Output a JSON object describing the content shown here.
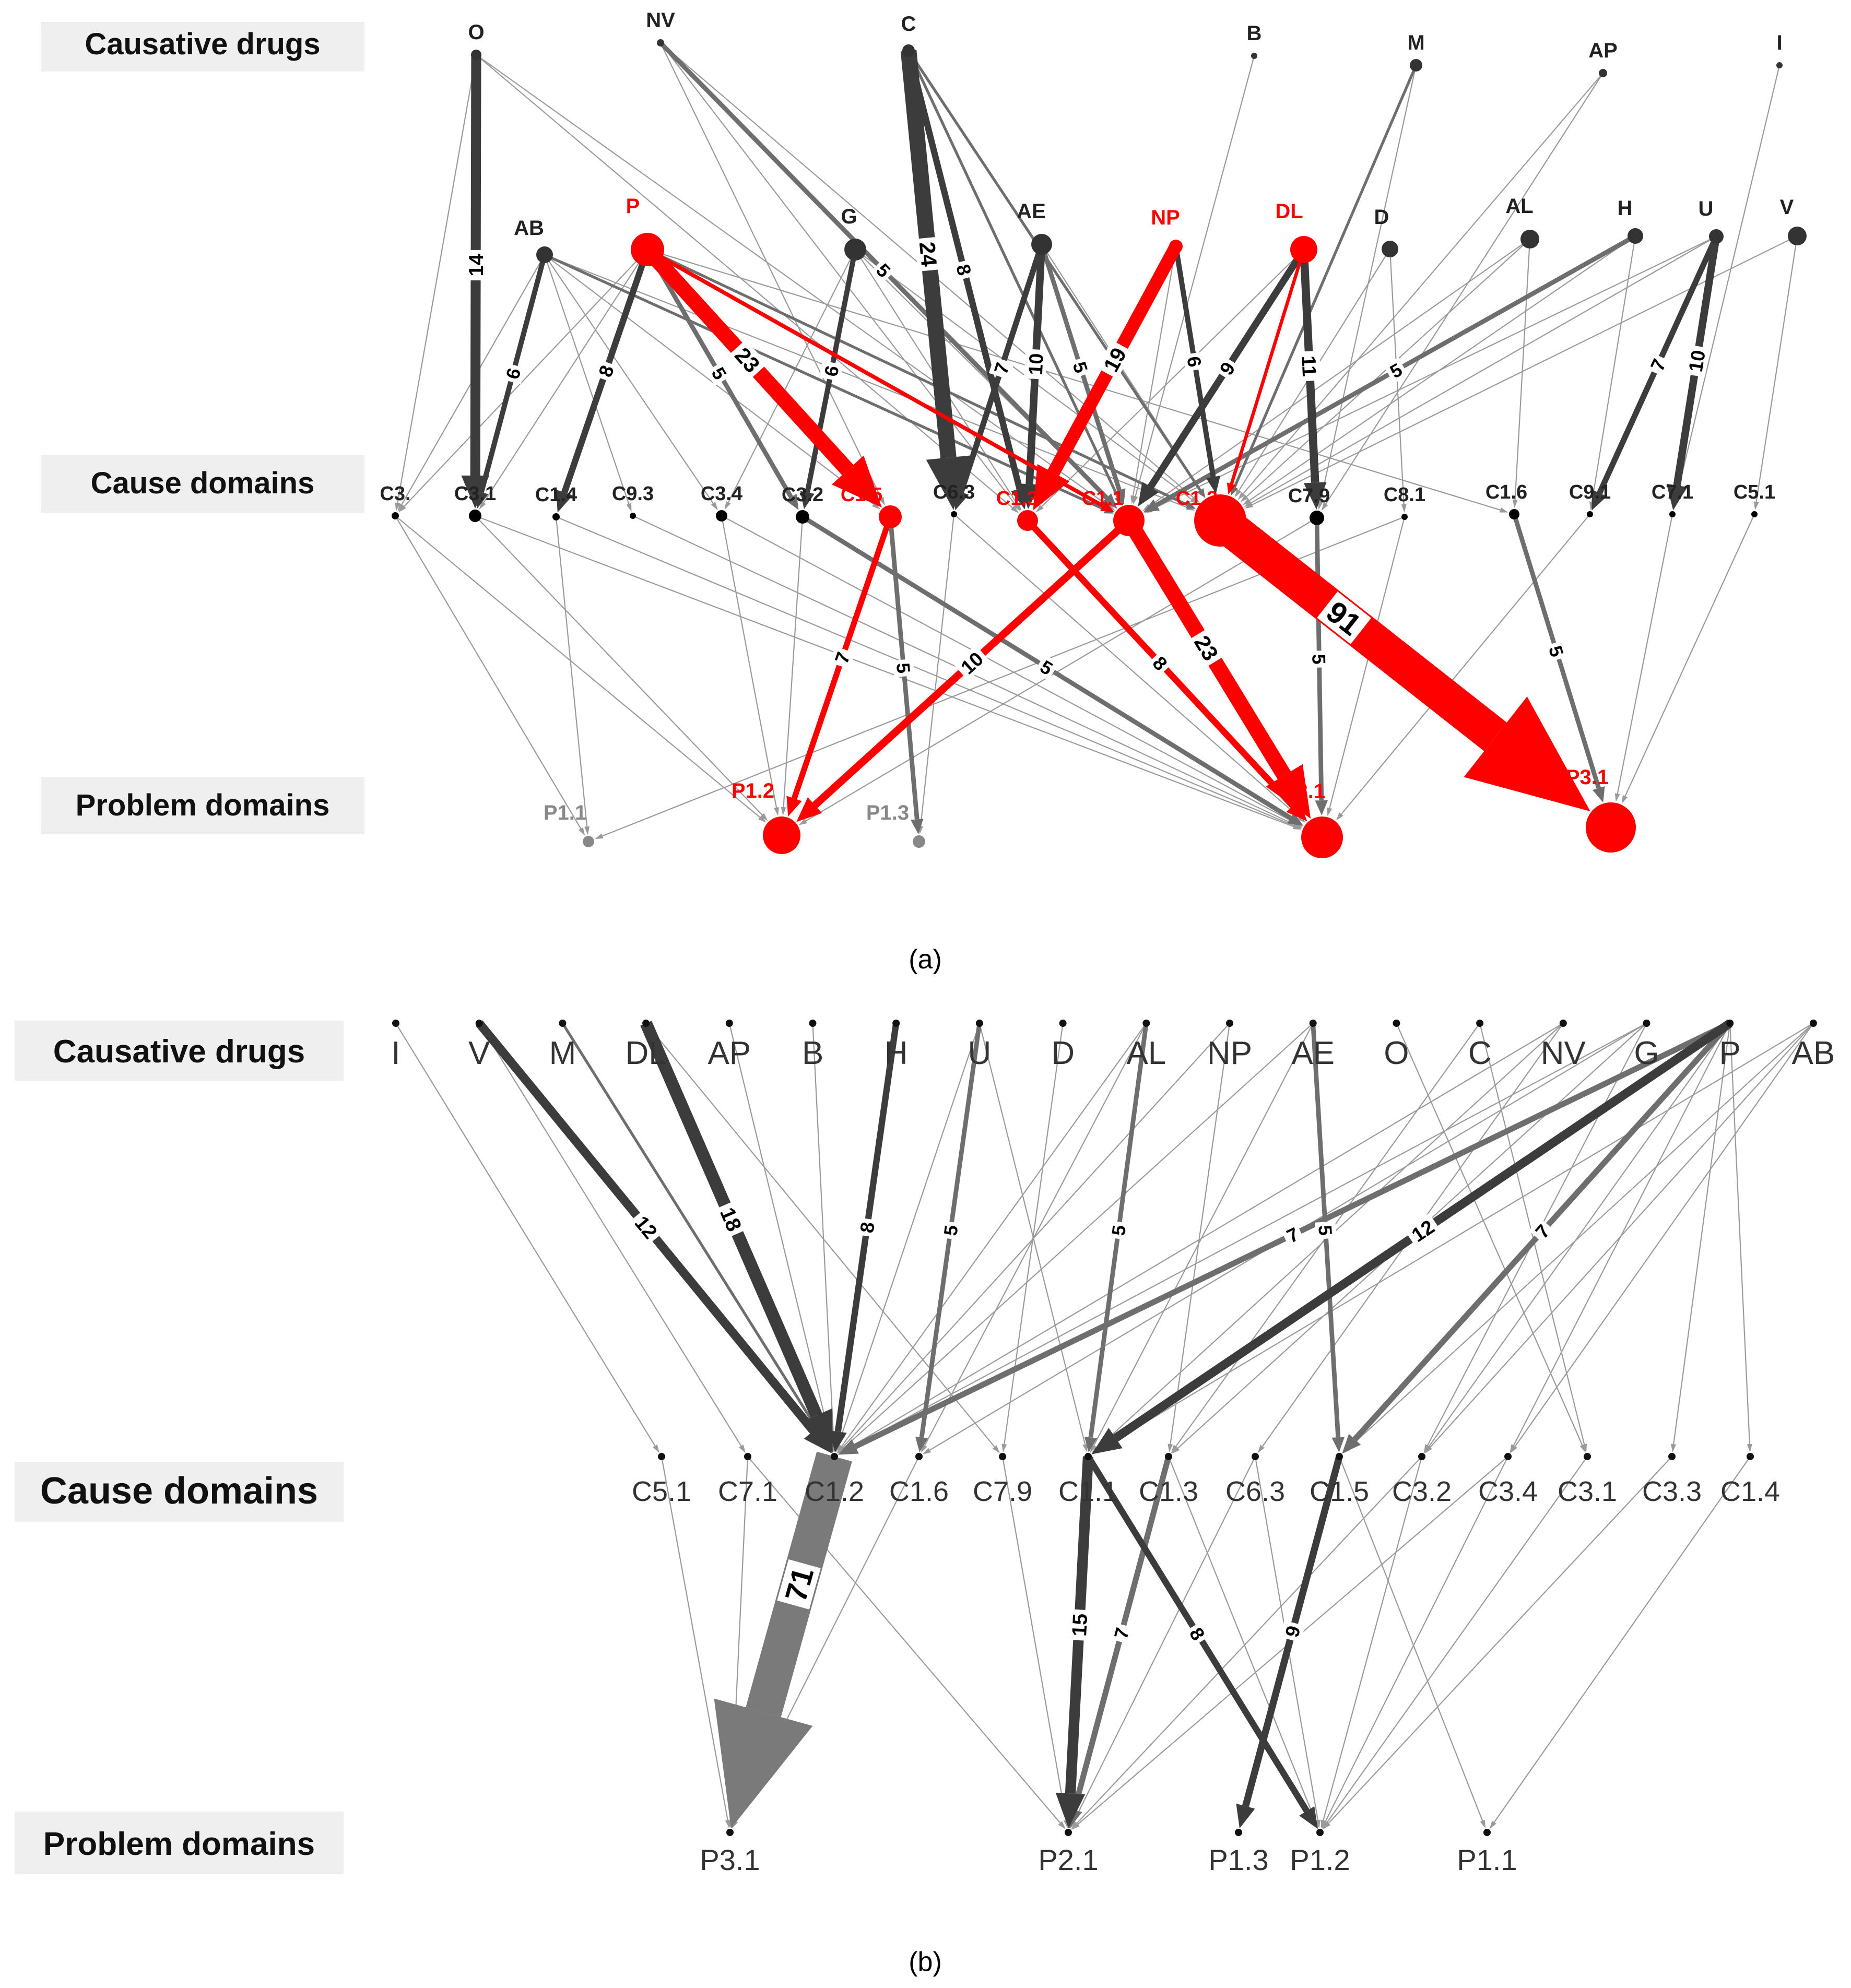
{
  "colors": {
    "highlight": "#ff0000",
    "dark_edge": "#3c3c3c",
    "mid_edge": "#6e6e6e",
    "light_edge": "#9a9a9a",
    "node_dark": "#333333",
    "node_grey": "#888888",
    "label_bg": "#efefef"
  },
  "panel_a": {
    "caption": "(a)",
    "row_labels": {
      "drugs": "Causative drugs",
      "causes": "Cause domains",
      "problems": "Problem domains"
    },
    "nodes": [
      {
        "id": "O",
        "label": "O",
        "row": "drug",
        "r": 10
      },
      {
        "id": "NV",
        "label": "NV",
        "row": "drug",
        "r": 7
      },
      {
        "id": "C",
        "label": "C",
        "row": "drug",
        "r": 12
      },
      {
        "id": "B",
        "label": "B",
        "row": "drug",
        "r": 6
      },
      {
        "id": "M",
        "label": "M",
        "row": "drug",
        "r": 12
      },
      {
        "id": "AP",
        "label": "AP",
        "row": "drug",
        "r": 8
      },
      {
        "id": "I",
        "label": "I",
        "row": "drug",
        "r": 6
      },
      {
        "id": "AB",
        "label": "AB",
        "row": "drug",
        "r": 16
      },
      {
        "id": "P",
        "label": "P",
        "row": "drug",
        "r": 32,
        "highlight": true
      },
      {
        "id": "G",
        "label": "G",
        "row": "drug",
        "r": 21
      },
      {
        "id": "AE",
        "label": "AE",
        "row": "drug",
        "r": 20
      },
      {
        "id": "NP",
        "label": "NP",
        "row": "drug",
        "r": 13,
        "highlight": true
      },
      {
        "id": "DL",
        "label": "DL",
        "row": "drug",
        "r": 26,
        "highlight": true
      },
      {
        "id": "D",
        "label": "D",
        "row": "drug",
        "r": 16
      },
      {
        "id": "AL",
        "label": "AL",
        "row": "drug",
        "r": 18
      },
      {
        "id": "H",
        "label": "H",
        "row": "drug",
        "r": 15
      },
      {
        "id": "U",
        "label": "U",
        "row": "drug",
        "r": 14
      },
      {
        "id": "V",
        "label": "V",
        "row": "drug",
        "r": 18
      },
      {
        "id": "C3.3",
        "label": "C3.",
        "row": "cause",
        "r": 7
      },
      {
        "id": "C3.1",
        "label": "C3.1",
        "row": "cause",
        "r": 12
      },
      {
        "id": "C1.4",
        "label": "C1.4",
        "row": "cause",
        "r": 7
      },
      {
        "id": "C9.3",
        "label": "C9.3",
        "row": "cause",
        "r": 6
      },
      {
        "id": "C3.4",
        "label": "C3.4",
        "row": "cause",
        "r": 11
      },
      {
        "id": "C3.2",
        "label": "C3.2",
        "row": "cause",
        "r": 13
      },
      {
        "id": "C1.5",
        "label": "C1.5",
        "row": "cause",
        "r": 22,
        "highlight": true
      },
      {
        "id": "C6.3",
        "label": "C6.3",
        "row": "cause",
        "r": 6
      },
      {
        "id": "C1.3",
        "label": "C1.3",
        "row": "cause",
        "r": 20,
        "highlight": true
      },
      {
        "id": "C1.1",
        "label": "C1.1",
        "row": "cause",
        "r": 30,
        "highlight": true
      },
      {
        "id": "C1.2",
        "label": "C1.2",
        "row": "cause",
        "r": 50,
        "highlight": true
      },
      {
        "id": "C7.9",
        "label": "C7.9",
        "row": "cause",
        "r": 14
      },
      {
        "id": "C8.1",
        "label": "C8.1",
        "row": "cause",
        "r": 6
      },
      {
        "id": "C1.6",
        "label": "C1.6",
        "row": "cause",
        "r": 10
      },
      {
        "id": "C9.1",
        "label": "C9.1",
        "row": "cause",
        "r": 6
      },
      {
        "id": "C7.1",
        "label": "C7.1",
        "row": "cause",
        "r": 6
      },
      {
        "id": "C5.1",
        "label": "C5.1",
        "row": "cause",
        "r": 6
      },
      {
        "id": "P1.1",
        "label": "P1.1",
        "row": "problem",
        "r": 11,
        "grey": true
      },
      {
        "id": "P1.2",
        "label": "P1.2",
        "row": "problem",
        "r": 36,
        "highlight": true
      },
      {
        "id": "P1.3",
        "label": "P1.3",
        "row": "problem",
        "r": 12,
        "grey": true
      },
      {
        "id": "P2.1",
        "label": "P2.1",
        "row": "problem",
        "r": 40,
        "highlight": true
      },
      {
        "id": "P3.1",
        "label": "P3.1",
        "row": "problem",
        "r": 48,
        "highlight": true
      }
    ],
    "edges": [
      {
        "s": "O",
        "t": "C3.1",
        "w": 14,
        "label": "14"
      },
      {
        "s": "O",
        "t": "C3.3",
        "w": 1
      },
      {
        "s": "O",
        "t": "C1.3",
        "w": 1
      },
      {
        "s": "O",
        "t": "C1.1",
        "w": 1
      },
      {
        "s": "NV",
        "t": "C1.5",
        "w": 1
      },
      {
        "s": "NV",
        "t": "C1.3",
        "w": 1
      },
      {
        "s": "NV",
        "t": "C1.1",
        "w": 5,
        "label": "5"
      },
      {
        "s": "NV",
        "t": "C1.2",
        "w": 1
      },
      {
        "s": "C",
        "t": "C6.3",
        "w": 24,
        "label": "24"
      },
      {
        "s": "C",
        "t": "C1.3",
        "w": 8,
        "label": "8"
      },
      {
        "s": "C",
        "t": "C1.1",
        "w": 2
      },
      {
        "s": "C",
        "t": "C1.2",
        "w": 2
      },
      {
        "s": "B",
        "t": "C1.1",
        "w": 1
      },
      {
        "s": "M",
        "t": "C1.2",
        "w": 2
      },
      {
        "s": "M",
        "t": "C7.9",
        "w": 1
      },
      {
        "s": "AP",
        "t": "C1.2",
        "w": 1
      },
      {
        "s": "AP",
        "t": "C7.9",
        "w": 1
      },
      {
        "s": "I",
        "t": "C7.1",
        "w": 1
      },
      {
        "s": "AB",
        "t": "C3.3",
        "w": 1
      },
      {
        "s": "AB",
        "t": "C3.1",
        "w": 6,
        "label": "6"
      },
      {
        "s": "AB",
        "t": "C3.4",
        "w": 1
      },
      {
        "s": "AB",
        "t": "C1.5",
        "w": 1
      },
      {
        "s": "AB",
        "t": "C1.1",
        "w": 2
      },
      {
        "s": "AB",
        "t": "C1.2",
        "w": 1
      },
      {
        "s": "AB",
        "t": "C9.3",
        "w": 1
      },
      {
        "s": "P",
        "t": "C1.5",
        "w": 23,
        "label": "23",
        "highlight": true
      },
      {
        "s": "P",
        "t": "C1.1",
        "w": 4,
        "highlight": true
      },
      {
        "s": "P",
        "t": "C3.1",
        "w": 1
      },
      {
        "s": "P",
        "t": "C1.4",
        "w": 8,
        "label": "8"
      },
      {
        "s": "P",
        "t": "C3.3",
        "w": 1
      },
      {
        "s": "P",
        "t": "C3.2",
        "w": 5,
        "label": "5"
      },
      {
        "s": "P",
        "t": "C1.2",
        "w": 2
      },
      {
        "s": "P",
        "t": "C1.6",
        "w": 1
      },
      {
        "s": "G",
        "t": "C3.2",
        "w": 6,
        "label": "6"
      },
      {
        "s": "G",
        "t": "C1.1",
        "w": 1
      },
      {
        "s": "G",
        "t": "C1.3",
        "w": 1
      },
      {
        "s": "G",
        "t": "C1.2",
        "w": 1
      },
      {
        "s": "G",
        "t": "C3.4",
        "w": 1
      },
      {
        "s": "AE",
        "t": "C1.3",
        "w": 10,
        "label": "10"
      },
      {
        "s": "AE",
        "t": "C1.1",
        "w": 5,
        "label": "5"
      },
      {
        "s": "AE",
        "t": "C6.3",
        "w": 7,
        "label": "7"
      },
      {
        "s": "AE",
        "t": "C1.2",
        "w": 1
      },
      {
        "s": "NP",
        "t": "C1.3",
        "w": 19,
        "label": "19",
        "highlight": true
      },
      {
        "s": "NP",
        "t": "C1.2",
        "w": 6,
        "label": "6"
      },
      {
        "s": "NP",
        "t": "C1.1",
        "w": 1
      },
      {
        "s": "DL",
        "t": "C1.2",
        "w": 3,
        "highlight": true
      },
      {
        "s": "DL",
        "t": "C1.1",
        "w": 9,
        "label": "9"
      },
      {
        "s": "DL",
        "t": "C7.9",
        "w": 11,
        "label": "11"
      },
      {
        "s": "DL",
        "t": "C1.3",
        "w": 1
      },
      {
        "s": "D",
        "t": "C8.1",
        "w": 1
      },
      {
        "s": "D",
        "t": "C1.2",
        "w": 1
      },
      {
        "s": "AL",
        "t": "C1.2",
        "w": 1
      },
      {
        "s": "AL",
        "t": "C1.6",
        "w": 1
      },
      {
        "s": "AL",
        "t": "C1.1",
        "w": 1
      },
      {
        "s": "H",
        "t": "C1.2",
        "w": 1
      },
      {
        "s": "H",
        "t": "C9.1",
        "w": 1
      },
      {
        "s": "H",
        "t": "C1.1",
        "w": 5,
        "label": "5"
      },
      {
        "s": "U",
        "t": "C9.1",
        "w": 7,
        "label": "7"
      },
      {
        "s": "U",
        "t": "C7.1",
        "w": 10,
        "label": "10"
      },
      {
        "s": "U",
        "t": "C1.2",
        "w": 1
      },
      {
        "s": "U",
        "t": "C1.1",
        "w": 1
      },
      {
        "s": "V",
        "t": "C5.1",
        "w": 1
      },
      {
        "s": "V",
        "t": "C1.2",
        "w": 1
      },
      {
        "s": "C1.5",
        "t": "P1.2",
        "w": 7,
        "label": "7",
        "highlight": true
      },
      {
        "s": "C1.5",
        "t": "P1.3",
        "w": 5,
        "label": "5"
      },
      {
        "s": "C1.1",
        "t": "P1.2",
        "w": 10,
        "label": "10",
        "highlight": true
      },
      {
        "s": "C1.1",
        "t": "P2.1",
        "w": 23,
        "label": "23",
        "highlight": true
      },
      {
        "s": "C1.3",
        "t": "P2.1",
        "w": 8,
        "label": "8",
        "highlight": true
      },
      {
        "s": "C1.2",
        "t": "P3.1",
        "w": 91,
        "label": "91",
        "highlight": true
      },
      {
        "s": "C3.3",
        "t": "P1.1",
        "w": 1
      },
      {
        "s": "C3.3",
        "t": "P1.2",
        "w": 1
      },
      {
        "s": "C3.1",
        "t": "P1.2",
        "w": 1
      },
      {
        "s": "C3.1",
        "t": "P2.1",
        "w": 1
      },
      {
        "s": "C1.4",
        "t": "P1.1",
        "w": 1
      },
      {
        "s": "C1.4",
        "t": "P2.1",
        "w": 1
      },
      {
        "s": "C9.3",
        "t": "P2.1",
        "w": 1
      },
      {
        "s": "C3.4",
        "t": "P1.2",
        "w": 1
      },
      {
        "s": "C3.4",
        "t": "P2.1",
        "w": 1
      },
      {
        "s": "C3.2",
        "t": "P1.2",
        "w": 1
      },
      {
        "s": "C3.2",
        "t": "P2.1",
        "w": 5,
        "label": "5"
      },
      {
        "s": "C6.3",
        "t": "P1.3",
        "w": 1
      },
      {
        "s": "C6.3",
        "t": "P2.1",
        "w": 1
      },
      {
        "s": "C7.9",
        "t": "P2.1",
        "w": 5,
        "label": "5"
      },
      {
        "s": "C7.9",
        "t": "P1.2",
        "w": 1
      },
      {
        "s": "C8.1",
        "t": "P1.1",
        "w": 1
      },
      {
        "s": "C8.1",
        "t": "P2.1",
        "w": 1
      },
      {
        "s": "C1.6",
        "t": "P3.1",
        "w": 5,
        "label": "5"
      },
      {
        "s": "C9.1",
        "t": "P2.1",
        "w": 1
      },
      {
        "s": "C7.1",
        "t": "P3.1",
        "w": 1
      },
      {
        "s": "C5.1",
        "t": "P3.1",
        "w": 1
      }
    ]
  },
  "panel_b": {
    "caption": "(b)",
    "row_labels": {
      "drugs": "Causative drugs",
      "causes": "Cause domains",
      "problems": "Problem domains"
    },
    "drugs": [
      "I",
      "V",
      "M",
      "DL",
      "AP",
      "B",
      "H",
      "U",
      "D",
      "AL",
      "NP",
      "AE",
      "O",
      "C",
      "NV",
      "G",
      "P",
      "AB"
    ],
    "causes": [
      "C5.1",
      "C7.1",
      "C1.2",
      "C1.6",
      "C7.9",
      "C1.1",
      "C1.3",
      "C6.3",
      "C1.5",
      "C3.2",
      "C3.4",
      "C3.1",
      "C3.3",
      "C1.4"
    ],
    "problems": [
      "P3.1",
      "P2.1",
      "P1.3",
      "P1.2",
      "P1.1"
    ],
    "edges": [
      {
        "s": "I",
        "t": "C5.1",
        "w": 1
      },
      {
        "s": "V",
        "t": "C1.2",
        "w": 12,
        "label": "12"
      },
      {
        "s": "V",
        "t": "C7.1",
        "w": 1
      },
      {
        "s": "M",
        "t": "C1.2",
        "w": 2
      },
      {
        "s": "DL",
        "t": "C1.2",
        "w": 18,
        "label": "18"
      },
      {
        "s": "DL",
        "t": "C7.9",
        "w": 1
      },
      {
        "s": "AP",
        "t": "C1.2",
        "w": 1
      },
      {
        "s": "B",
        "t": "C1.2",
        "w": 1
      },
      {
        "s": "H",
        "t": "C1.2",
        "w": 8,
        "label": "8"
      },
      {
        "s": "U",
        "t": "C1.2",
        "w": 1
      },
      {
        "s": "U",
        "t": "C1.6",
        "w": 5,
        "label": "5"
      },
      {
        "s": "U",
        "t": "C1.1",
        "w": 1
      },
      {
        "s": "D",
        "t": "C7.9",
        "w": 1
      },
      {
        "s": "AL",
        "t": "C1.2",
        "w": 1
      },
      {
        "s": "AL",
        "t": "C1.6",
        "w": 1
      },
      {
        "s": "AL",
        "t": "C1.1",
        "w": 5,
        "label": "5"
      },
      {
        "s": "NP",
        "t": "C1.2",
        "w": 1
      },
      {
        "s": "NP",
        "t": "C1.3",
        "w": 1
      },
      {
        "s": "AE",
        "t": "C1.2",
        "w": 1
      },
      {
        "s": "AE",
        "t": "C1.1",
        "w": 1
      },
      {
        "s": "AE",
        "t": "C1.5",
        "w": 5,
        "label": "5"
      },
      {
        "s": "O",
        "t": "C3.1",
        "w": 1
      },
      {
        "s": "C",
        "t": "C1.3",
        "w": 1
      },
      {
        "s": "C",
        "t": "C3.1",
        "w": 1
      },
      {
        "s": "NV",
        "t": "C1.2",
        "w": 1
      },
      {
        "s": "NV",
        "t": "C1.1",
        "w": 1
      },
      {
        "s": "NV",
        "t": "C6.3",
        "w": 1
      },
      {
        "s": "G",
        "t": "C1.2",
        "w": 1
      },
      {
        "s": "G",
        "t": "C1.6",
        "w": 1
      },
      {
        "s": "G",
        "t": "C1.3",
        "w": 1
      },
      {
        "s": "G",
        "t": "C3.2",
        "w": 1
      },
      {
        "s": "P",
        "t": "C1.2",
        "w": 7,
        "label": "7"
      },
      {
        "s": "P",
        "t": "C1.1",
        "w": 12,
        "label": "12"
      },
      {
        "s": "P",
        "t": "C1.5",
        "w": 7,
        "label": "7"
      },
      {
        "s": "P",
        "t": "C3.2",
        "w": 1
      },
      {
        "s": "P",
        "t": "C3.4",
        "w": 1
      },
      {
        "s": "P",
        "t": "C3.3",
        "w": 1
      },
      {
        "s": "P",
        "t": "C1.4",
        "w": 1
      },
      {
        "s": "AB",
        "t": "C1.1",
        "w": 1
      },
      {
        "s": "AB",
        "t": "C3.2",
        "w": 1
      },
      {
        "s": "AB",
        "t": "C3.4",
        "w": 1
      },
      {
        "s": "AB",
        "t": "C1.5",
        "w": 1
      },
      {
        "s": "C1.2",
        "t": "P3.1",
        "w": 71,
        "label": "71"
      },
      {
        "s": "C5.1",
        "t": "P3.1",
        "w": 1
      },
      {
        "s": "C7.1",
        "t": "P3.1",
        "w": 1
      },
      {
        "s": "C1.6",
        "t": "P3.1",
        "w": 1
      },
      {
        "s": "C7.1",
        "t": "P2.1",
        "w": 1
      },
      {
        "s": "C1.1",
        "t": "P2.1",
        "w": 15,
        "label": "15"
      },
      {
        "s": "C1.1",
        "t": "P1.2",
        "w": 8,
        "label": "8"
      },
      {
        "s": "C1.3",
        "t": "P2.1",
        "w": 7,
        "label": "7"
      },
      {
        "s": "C1.5",
        "t": "P1.3",
        "w": 9,
        "label": "9"
      },
      {
        "s": "C1.5",
        "t": "P1.1",
        "w": 1
      },
      {
        "s": "C6.3",
        "t": "P2.1",
        "w": 1
      },
      {
        "s": "C7.9",
        "t": "P2.1",
        "w": 1
      },
      {
        "s": "C3.2",
        "t": "P1.2",
        "w": 1
      },
      {
        "s": "C3.4",
        "t": "P1.2",
        "w": 1
      },
      {
        "s": "C3.1",
        "t": "P1.2",
        "w": 1
      },
      {
        "s": "C3.3",
        "t": "P1.2",
        "w": 1
      },
      {
        "s": "C1.4",
        "t": "P1.1",
        "w": 1
      },
      {
        "s": "C3.2",
        "t": "P2.1",
        "w": 1
      },
      {
        "s": "C3.4",
        "t": "P2.1",
        "w": 1
      },
      {
        "s": "C1.3",
        "t": "P1.2",
        "w": 1
      },
      {
        "s": "C6.3",
        "t": "P1.2",
        "w": 1
      }
    ]
  }
}
